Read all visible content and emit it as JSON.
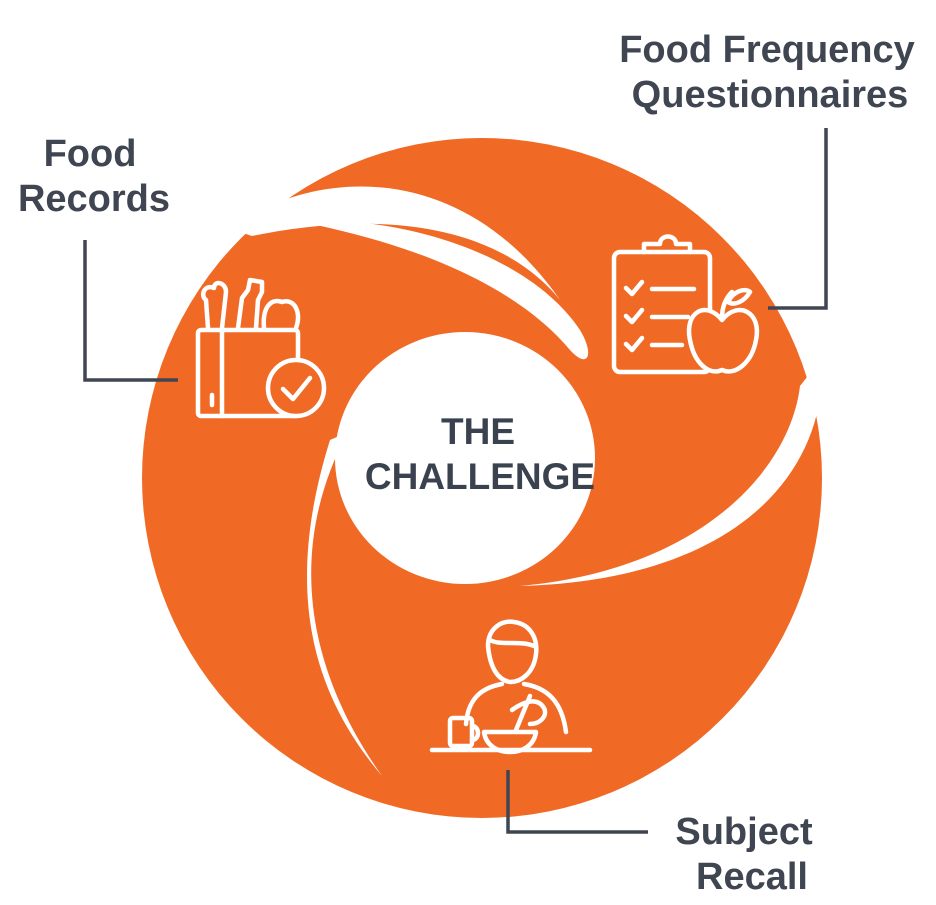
{
  "center": {
    "line1": "THE",
    "line2": "CHALLENGE"
  },
  "methods": [
    {
      "id": "food-records",
      "line1": "Food",
      "line2": "Records",
      "icon": "groceries-checklist-icon"
    },
    {
      "id": "ffq",
      "line1": "Food Frequency",
      "line2": "Questionnaires",
      "icon": "clipboard-apple-icon"
    },
    {
      "id": "subject-recall",
      "line1": "Subject",
      "line2": "Recall",
      "icon": "person-eating-icon"
    }
  ],
  "colors": {
    "ring": "#f06a26",
    "text": "#3f4652",
    "background": "#ffffff"
  }
}
